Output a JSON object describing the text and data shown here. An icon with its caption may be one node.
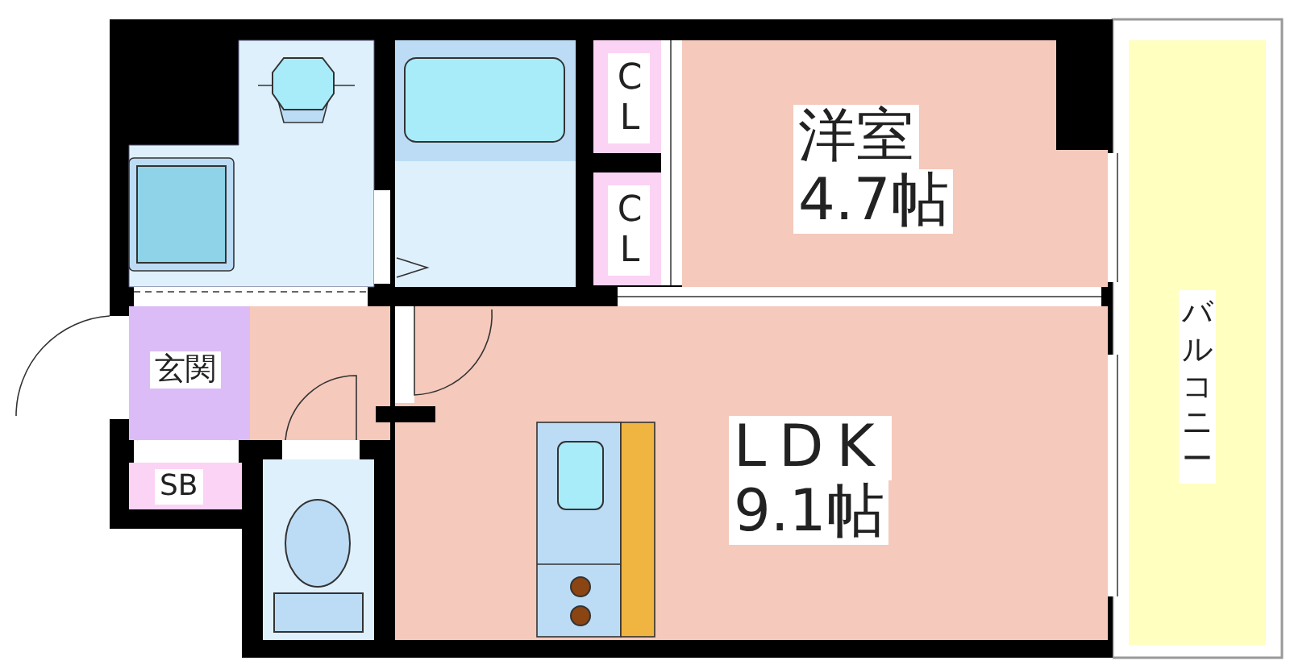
{
  "diagram": {
    "nodes": [
      {
        "text": [
          "CL"
        ]
      },
      {
        "text": [
          "CL"
        ]
      },
      {
        "text": [
          "洋室",
          "4.7帖"
        ]
      },
      {
        "text": [
          "玄関"
        ]
      },
      {
        "text": [
          "SB"
        ]
      },
      {
        "text": [
          "LDK",
          "9.1帖"
        ]
      },
      {
        "text": [
          "バルコニー"
        ]
      }
    ]
  }
}
